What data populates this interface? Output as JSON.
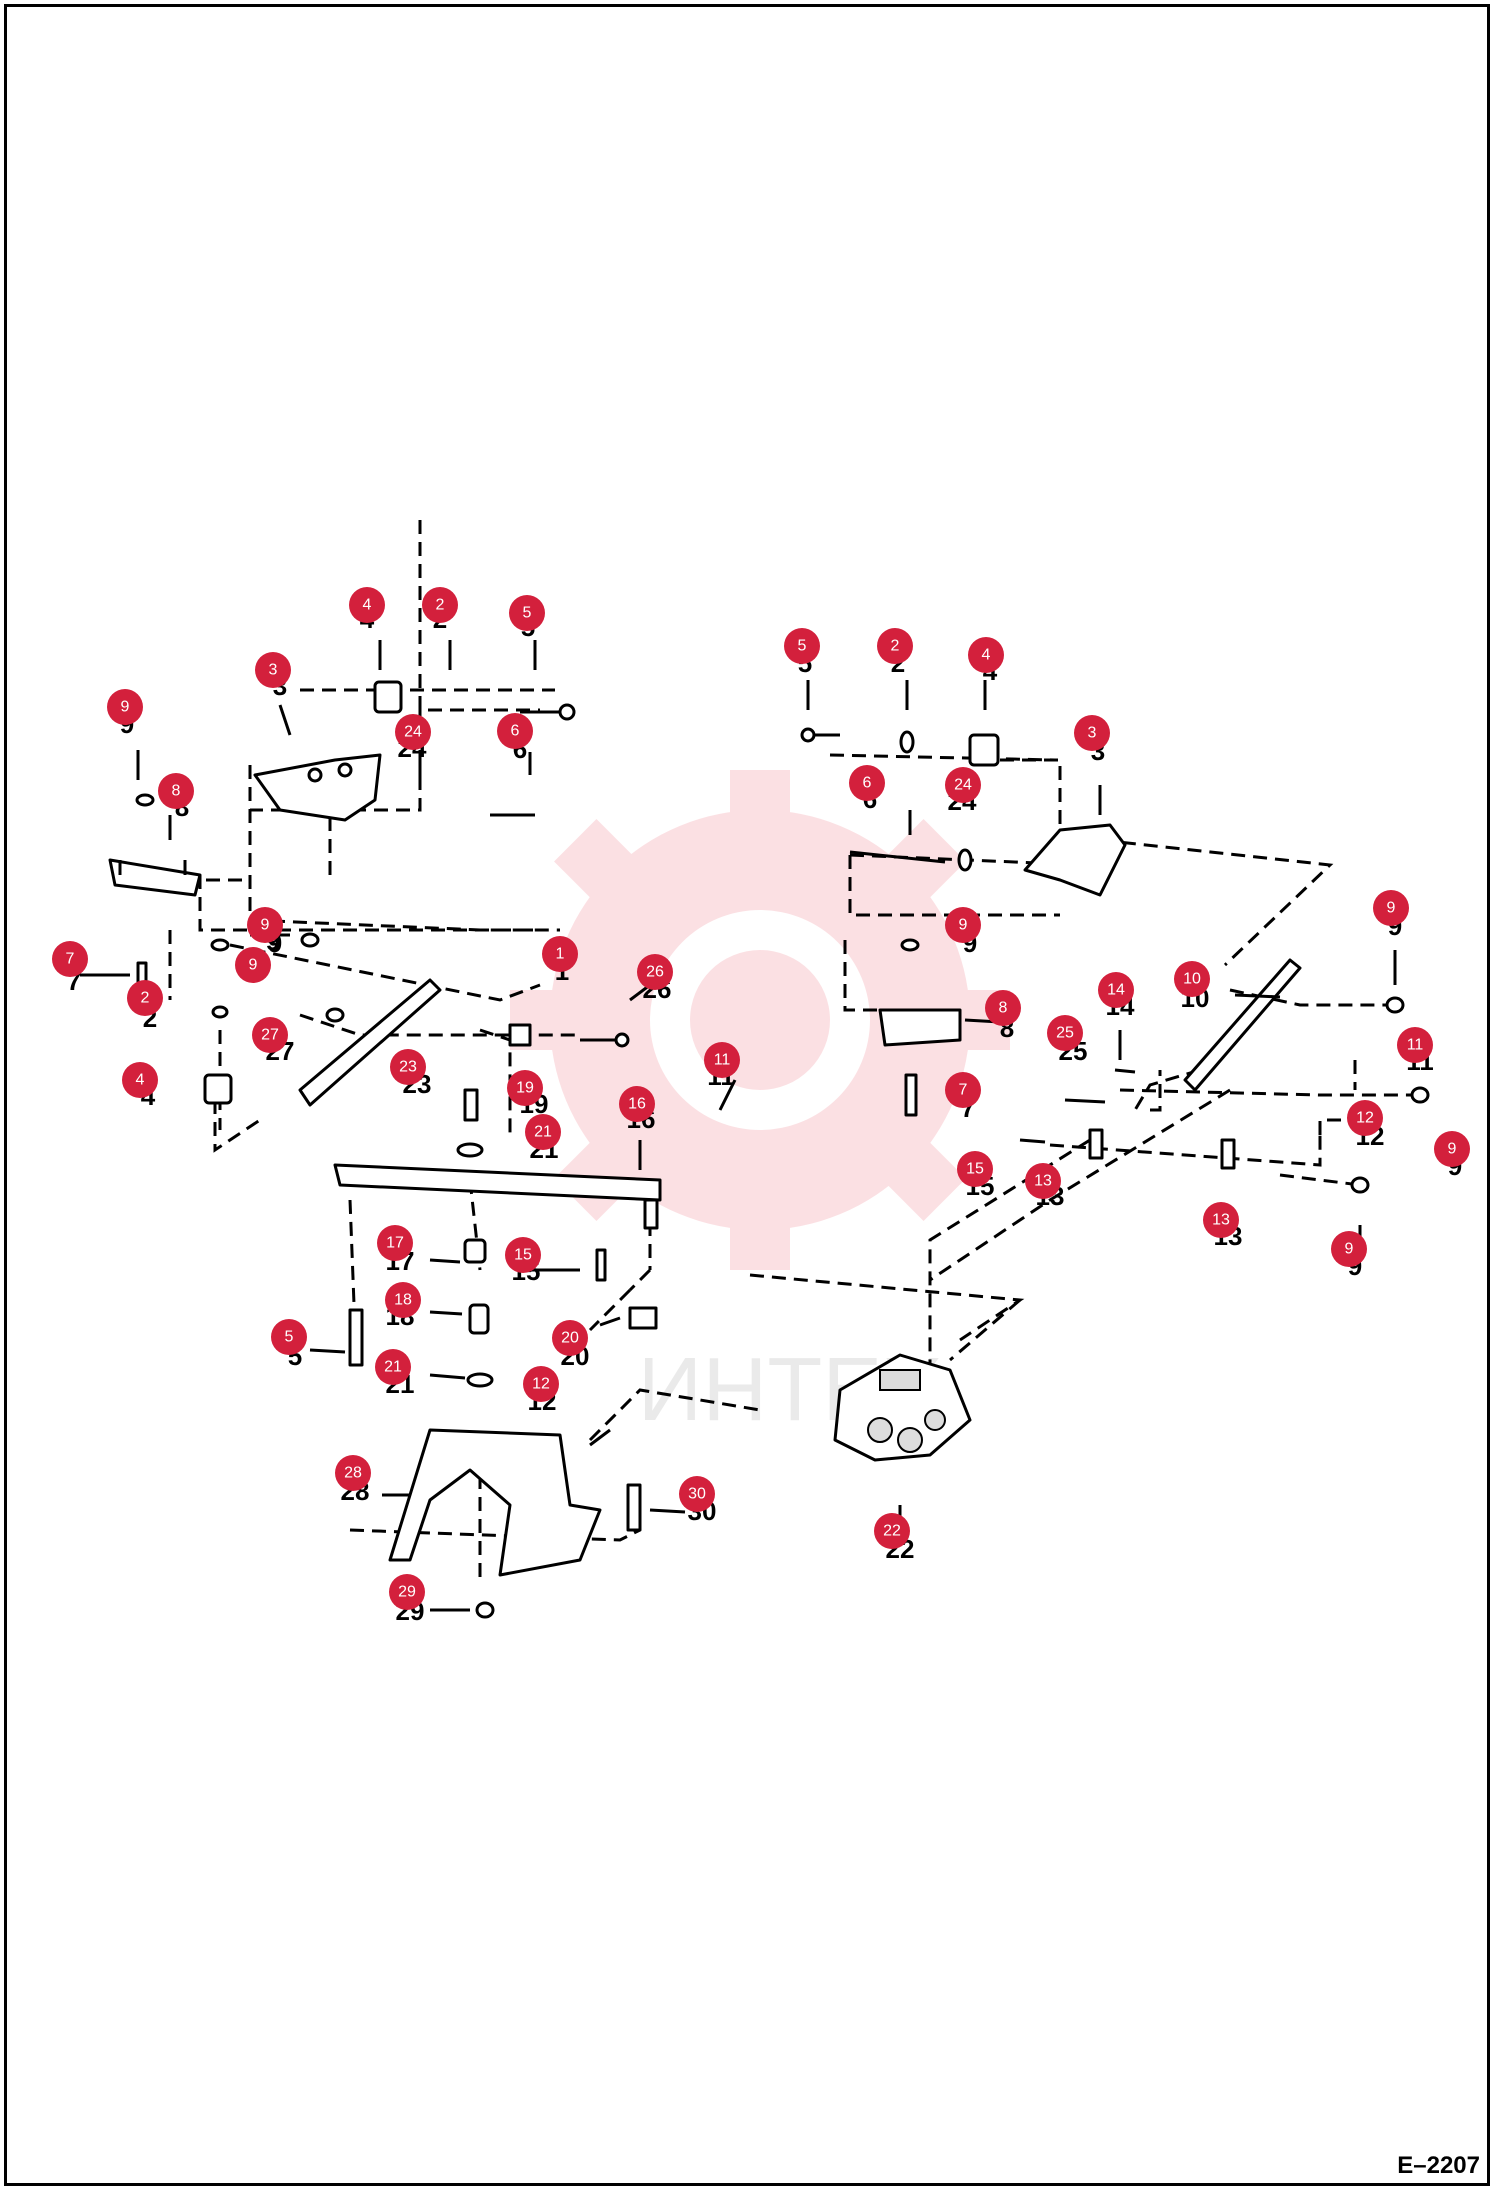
{
  "diagram_code": "E–2207",
  "watermark": {
    "text": "ИНТЕХ",
    "color": "#e8182f"
  },
  "badge_color": "#d3203c",
  "callouts": [
    {
      "id": "c1",
      "num": "4"
    },
    {
      "id": "c2",
      "num": "2"
    },
    {
      "id": "c3",
      "num": "5"
    },
    {
      "id": "c4",
      "num": "3"
    },
    {
      "id": "c5",
      "num": "24"
    },
    {
      "id": "c6",
      "num": "6"
    },
    {
      "id": "c7",
      "num": "9"
    },
    {
      "id": "c8",
      "num": "8"
    },
    {
      "id": "c9",
      "num": "9"
    },
    {
      "id": "c10",
      "num": "1"
    },
    {
      "id": "c11",
      "num": "7"
    },
    {
      "id": "c12",
      "num": "9"
    },
    {
      "id": "c13",
      "num": "2"
    },
    {
      "id": "c14",
      "num": "26"
    },
    {
      "id": "c15",
      "num": "27"
    },
    {
      "id": "c16",
      "num": "4"
    },
    {
      "id": "c17",
      "num": "23"
    },
    {
      "id": "c18",
      "num": "19"
    },
    {
      "id": "c19",
      "num": "11"
    },
    {
      "id": "c20",
      "num": "16"
    },
    {
      "id": "c21",
      "num": "21"
    },
    {
      "id": "c22",
      "num": "17"
    },
    {
      "id": "c23",
      "num": "15"
    },
    {
      "id": "c24",
      "num": "18"
    },
    {
      "id": "c25",
      "num": "5"
    },
    {
      "id": "c26",
      "num": "20"
    },
    {
      "id": "c27",
      "num": "21"
    },
    {
      "id": "c28",
      "num": "12"
    },
    {
      "id": "c29",
      "num": "28"
    },
    {
      "id": "c30",
      "num": "30"
    },
    {
      "id": "c31",
      "num": "29"
    },
    {
      "id": "c32",
      "num": "5"
    },
    {
      "id": "c33",
      "num": "2"
    },
    {
      "id": "c34",
      "num": "4"
    },
    {
      "id": "c35",
      "num": "3"
    },
    {
      "id": "c36",
      "num": "6"
    },
    {
      "id": "c37",
      "num": "24"
    },
    {
      "id": "c38",
      "num": "9"
    },
    {
      "id": "c39",
      "num": "8"
    },
    {
      "id": "c40",
      "num": "9"
    },
    {
      "id": "c41",
      "num": "10"
    },
    {
      "id": "c42",
      "num": "14"
    },
    {
      "id": "c43",
      "num": "25"
    },
    {
      "id": "c44",
      "num": "7"
    },
    {
      "id": "c45",
      "num": "11"
    },
    {
      "id": "c46",
      "num": "12"
    },
    {
      "id": "c47",
      "num": "9"
    },
    {
      "id": "c48",
      "num": "15"
    },
    {
      "id": "c49",
      "num": "13"
    },
    {
      "id": "c50",
      "num": "13"
    },
    {
      "id": "c51",
      "num": "9"
    },
    {
      "id": "c52",
      "num": "22"
    }
  ]
}
